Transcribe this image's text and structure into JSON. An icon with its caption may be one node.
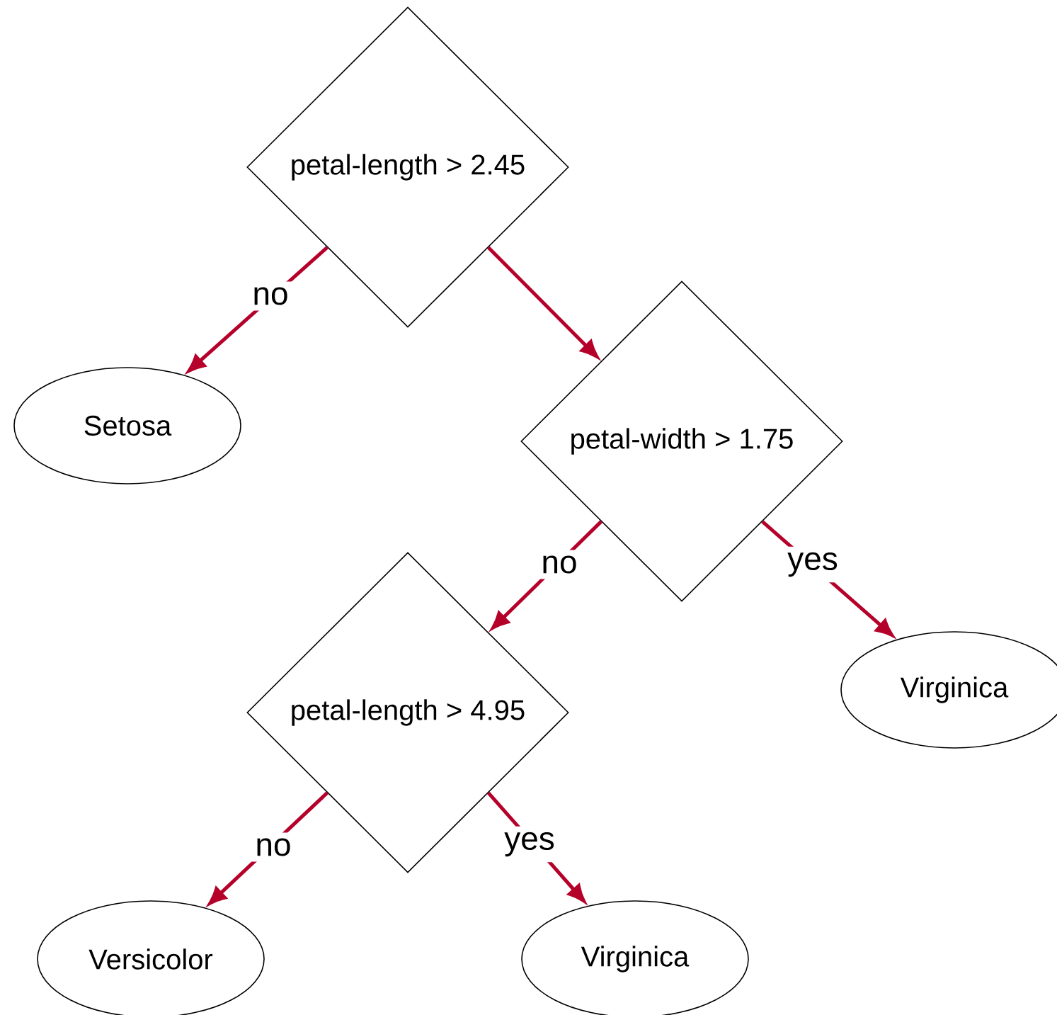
{
  "diagram": {
    "nodes": [
      {
        "text": [
          "petal-length > 2.45"
        ]
      },
      {
        "text": [
          "Setosa"
        ]
      },
      {
        "text": [
          "petal-width > 1.75"
        ]
      },
      {
        "text": [
          "petal-length > 4.95"
        ]
      },
      {
        "text": [
          "Virginica"
        ]
      },
      {
        "text": [
          "Versicolor"
        ]
      },
      {
        "text": [
          "Virginica"
        ]
      }
    ],
    "edges": [
      {
        "from": 0,
        "to": 1,
        "arrow": "to",
        "label": "no"
      },
      {
        "from": 0,
        "to": 2,
        "arrow": "to"
      },
      {
        "from": 2,
        "to": 3,
        "arrow": "to",
        "label": "no"
      },
      {
        "from": 2,
        "to": 4,
        "arrow": "to",
        "label": "yes"
      },
      {
        "from": 3,
        "to": 5,
        "arrow": "to",
        "label": "no"
      },
      {
        "from": 3,
        "to": 6,
        "arrow": "to",
        "label": "yes"
      }
    ]
  }
}
